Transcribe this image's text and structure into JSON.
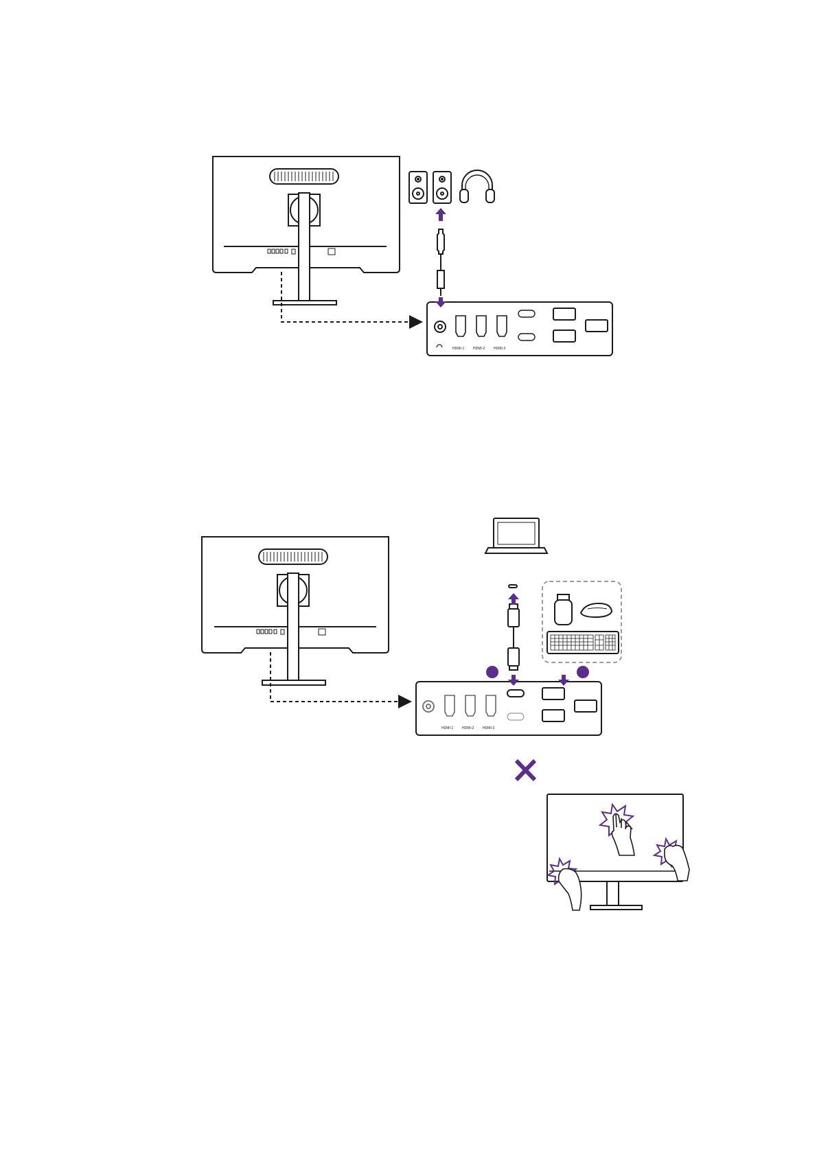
{
  "colors": {
    "line": "#1a1a1a",
    "accent": "#5b2d8c",
    "background": "#ffffff",
    "dashed_box": "#9a9a9a"
  },
  "diagram_1": {
    "audio_devices": [
      "speaker-icon",
      "speaker-icon",
      "headphones-icon"
    ],
    "io_panel": {
      "ports": [
        "headphone-jack",
        "hdmi-port",
        "hdmi-port",
        "hdmi-port",
        "usb-c-port",
        "usb-c-port",
        "usb-a-port",
        "usb-a-port",
        "usb-a-port"
      ],
      "port_labels": [
        "HDMI-1",
        "HDMI-2",
        "HDMI-3"
      ]
    }
  },
  "diagram_2": {
    "source_device": "laptop-icon",
    "peripherals": [
      "usb-drive-icon",
      "mouse-icon",
      "keyboard-icon"
    ],
    "io_panel": {
      "port_labels": [
        "HDMI-1",
        "HDMI-2",
        "HDMI-3"
      ]
    }
  },
  "diagram_3": {
    "warning_mark": "cross-icon",
    "hands": [
      "hand-icon",
      "hand-icon",
      "hand-icon"
    ]
  }
}
